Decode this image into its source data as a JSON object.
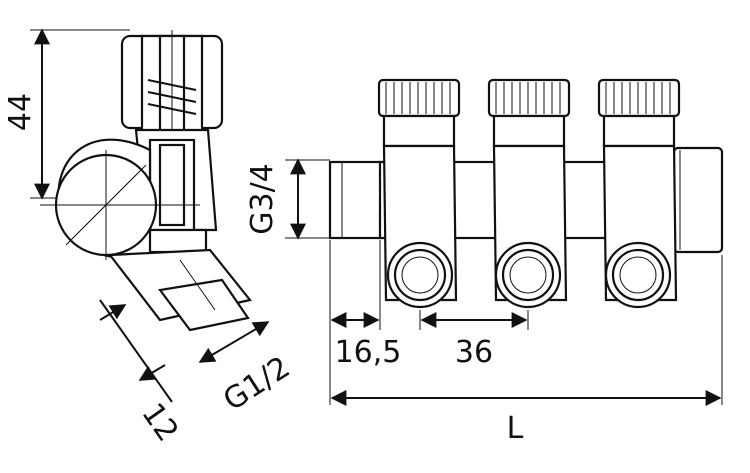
{
  "dimensions": {
    "height": "44",
    "thread_main": "G3/4",
    "offset": "16,5",
    "spacing": "36",
    "outlet_thread": "G1/2",
    "depth": "12",
    "length": "L"
  }
}
